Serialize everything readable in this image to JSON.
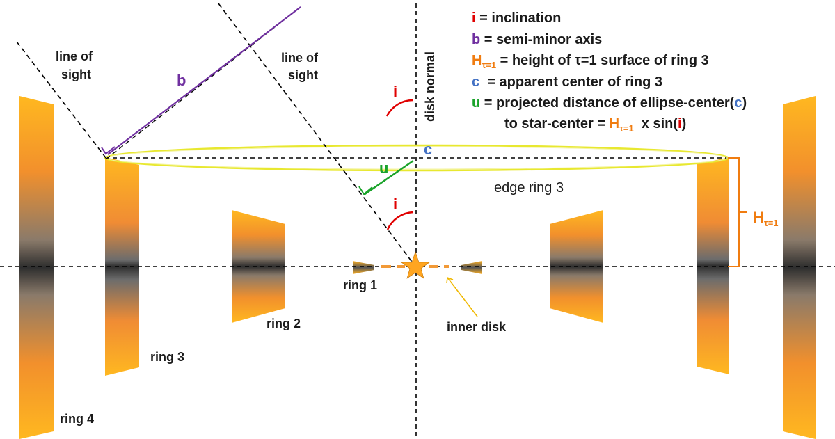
{
  "legend": {
    "i_symbol": "i",
    "i_text": " = inclination",
    "b_symbol": "b",
    "b_text": " = semi-minor axis",
    "h_symbol": "H",
    "h_sub": "τ=1",
    "h_text": " = height of τ=1 surface of ring 3",
    "c_symbol": "c",
    "c_text": "  = apparent center of ring 3",
    "u_symbol": "u",
    "u_text": " = projected distance of ellipse-center(",
    "u_text_c": "c",
    "u_text_end": ")",
    "u_line2_pre": "to star-center = ",
    "u_line2_h": "H",
    "u_line2_sub": "τ=1",
    "u_line2_x": "  x sin(",
    "u_line2_i": "i",
    "u_line2_end": ")"
  },
  "labels": {
    "line_of_sight_1_a": "line of",
    "line_of_sight_1_b": "sight",
    "line_of_sight_2_a": "line of",
    "line_of_sight_2_b": "sight",
    "disk_normal": "disk normal",
    "b": "b",
    "i_top": "i",
    "i_bottom": "i",
    "c": "c",
    "u": "u",
    "edge_ring3": "edge ring 3",
    "h_main": "H",
    "h_sub": "τ=1",
    "ring1": "ring 1",
    "ring2": "ring 2",
    "ring3": "ring 3",
    "ring4": "ring 4",
    "inner_disk": "inner disk"
  },
  "colors": {
    "inclination": "#e00000",
    "semi_minor": "#7030a0",
    "height": "#f07c10",
    "center": "#4472c4",
    "projected": "#1aa32a",
    "ring_edge": "#ffc000",
    "ring_mid": "#3a3a3a",
    "ellipse": "#e6e63a",
    "star": "#ffa520"
  }
}
